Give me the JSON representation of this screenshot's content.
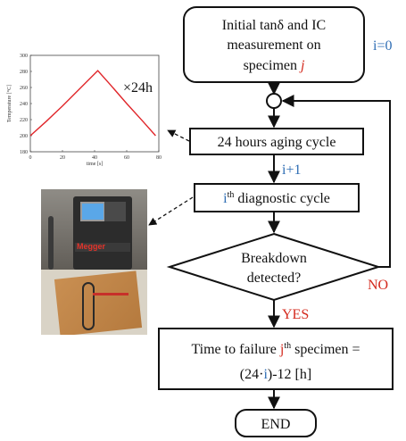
{
  "flow": {
    "start_line1": "Initial tanδ and IC",
    "start_line2": "measurement on",
    "start_line3_prefix": "specimen ",
    "start_line3_var": "j",
    "i_init": "i=0",
    "aging": "24 hours aging cycle",
    "increment": "i+1",
    "diag_var": "i",
    "diag_sup": "th",
    "diag_suffix": " diagnostic cycle",
    "decision_line1": "Breakdown",
    "decision_line2": "detected?",
    "no": "NO",
    "yes": "YES",
    "ttf_line1_prefix": "Time to failure ",
    "ttf_line1_var": "j",
    "ttf_line1_sup": "th",
    "ttf_line1_suffix": " specimen =",
    "ttf_line2_a": "(24·",
    "ttf_line2_var": "i",
    "ttf_line2_b": ")-12 [h]",
    "end": "END",
    "times24": "×24h"
  },
  "photo": {
    "brand": "Megger"
  },
  "chart_data": {
    "type": "line",
    "title": "",
    "xlabel": "time [s]",
    "ylabel": "Temperature [°C]",
    "xlim": [
      0,
      80
    ],
    "ylim": [
      180,
      300
    ],
    "xticks": [
      "0",
      "20",
      "40",
      "60",
      "80"
    ],
    "yticks": [
      "180",
      "200",
      "220",
      "240",
      "260",
      "280",
      "300"
    ],
    "series": [
      {
        "color": "#e0262a",
        "x": [
          0,
          10,
          20,
          30,
          42,
          50,
          60,
          70,
          78
        ],
        "y": [
          200,
          218,
          237,
          257,
          281,
          263,
          240,
          218,
          200
        ]
      }
    ]
  }
}
